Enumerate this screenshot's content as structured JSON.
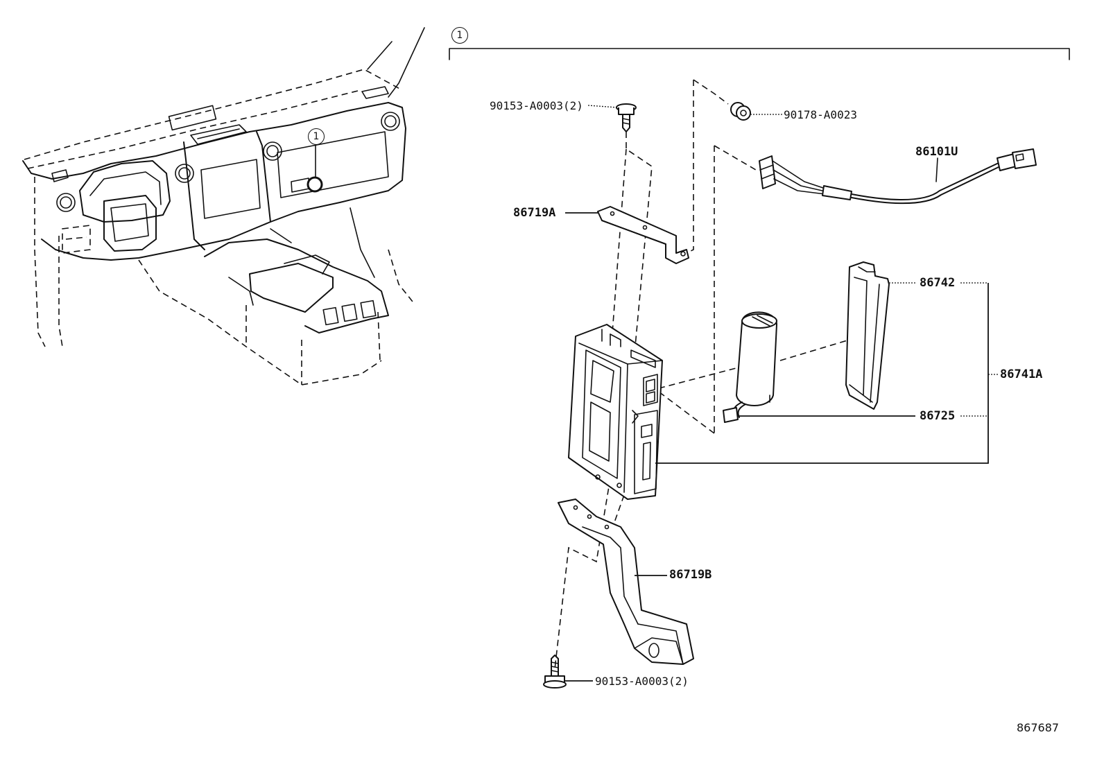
{
  "callouts": {
    "group_ref": "1",
    "location_ref": "1"
  },
  "parts": {
    "bolt_top": "90153-A0003(2)",
    "nut": "90178-A0023",
    "wire_harness": "86101U",
    "bracket_upper": "86719A",
    "holder": "86742",
    "assembly": "86741A",
    "battery": "86725",
    "bracket_lower": "86719B",
    "bolt_bottom": "90153-A0003(2)"
  },
  "illustration_number": "867687"
}
